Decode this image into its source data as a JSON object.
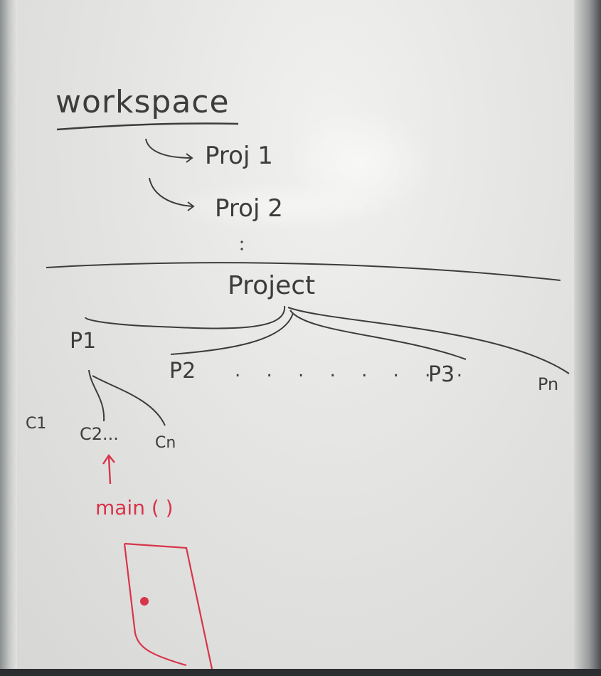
{
  "whiteboard": {
    "title": "workspace",
    "workspace_items": [
      "Proj 1",
      "Proj 2"
    ],
    "project_label": "Project",
    "packages": [
      "P1",
      "P2",
      "P3",
      "Pn"
    ],
    "package_dots": ". . . . . . . .",
    "classes": [
      "C1",
      "C2...",
      "Cn"
    ],
    "main_label": "main ( )"
  },
  "colors": {
    "ink": "#3c3c3c",
    "marker_red": "#d8344a",
    "board": "#e6e6e4"
  }
}
